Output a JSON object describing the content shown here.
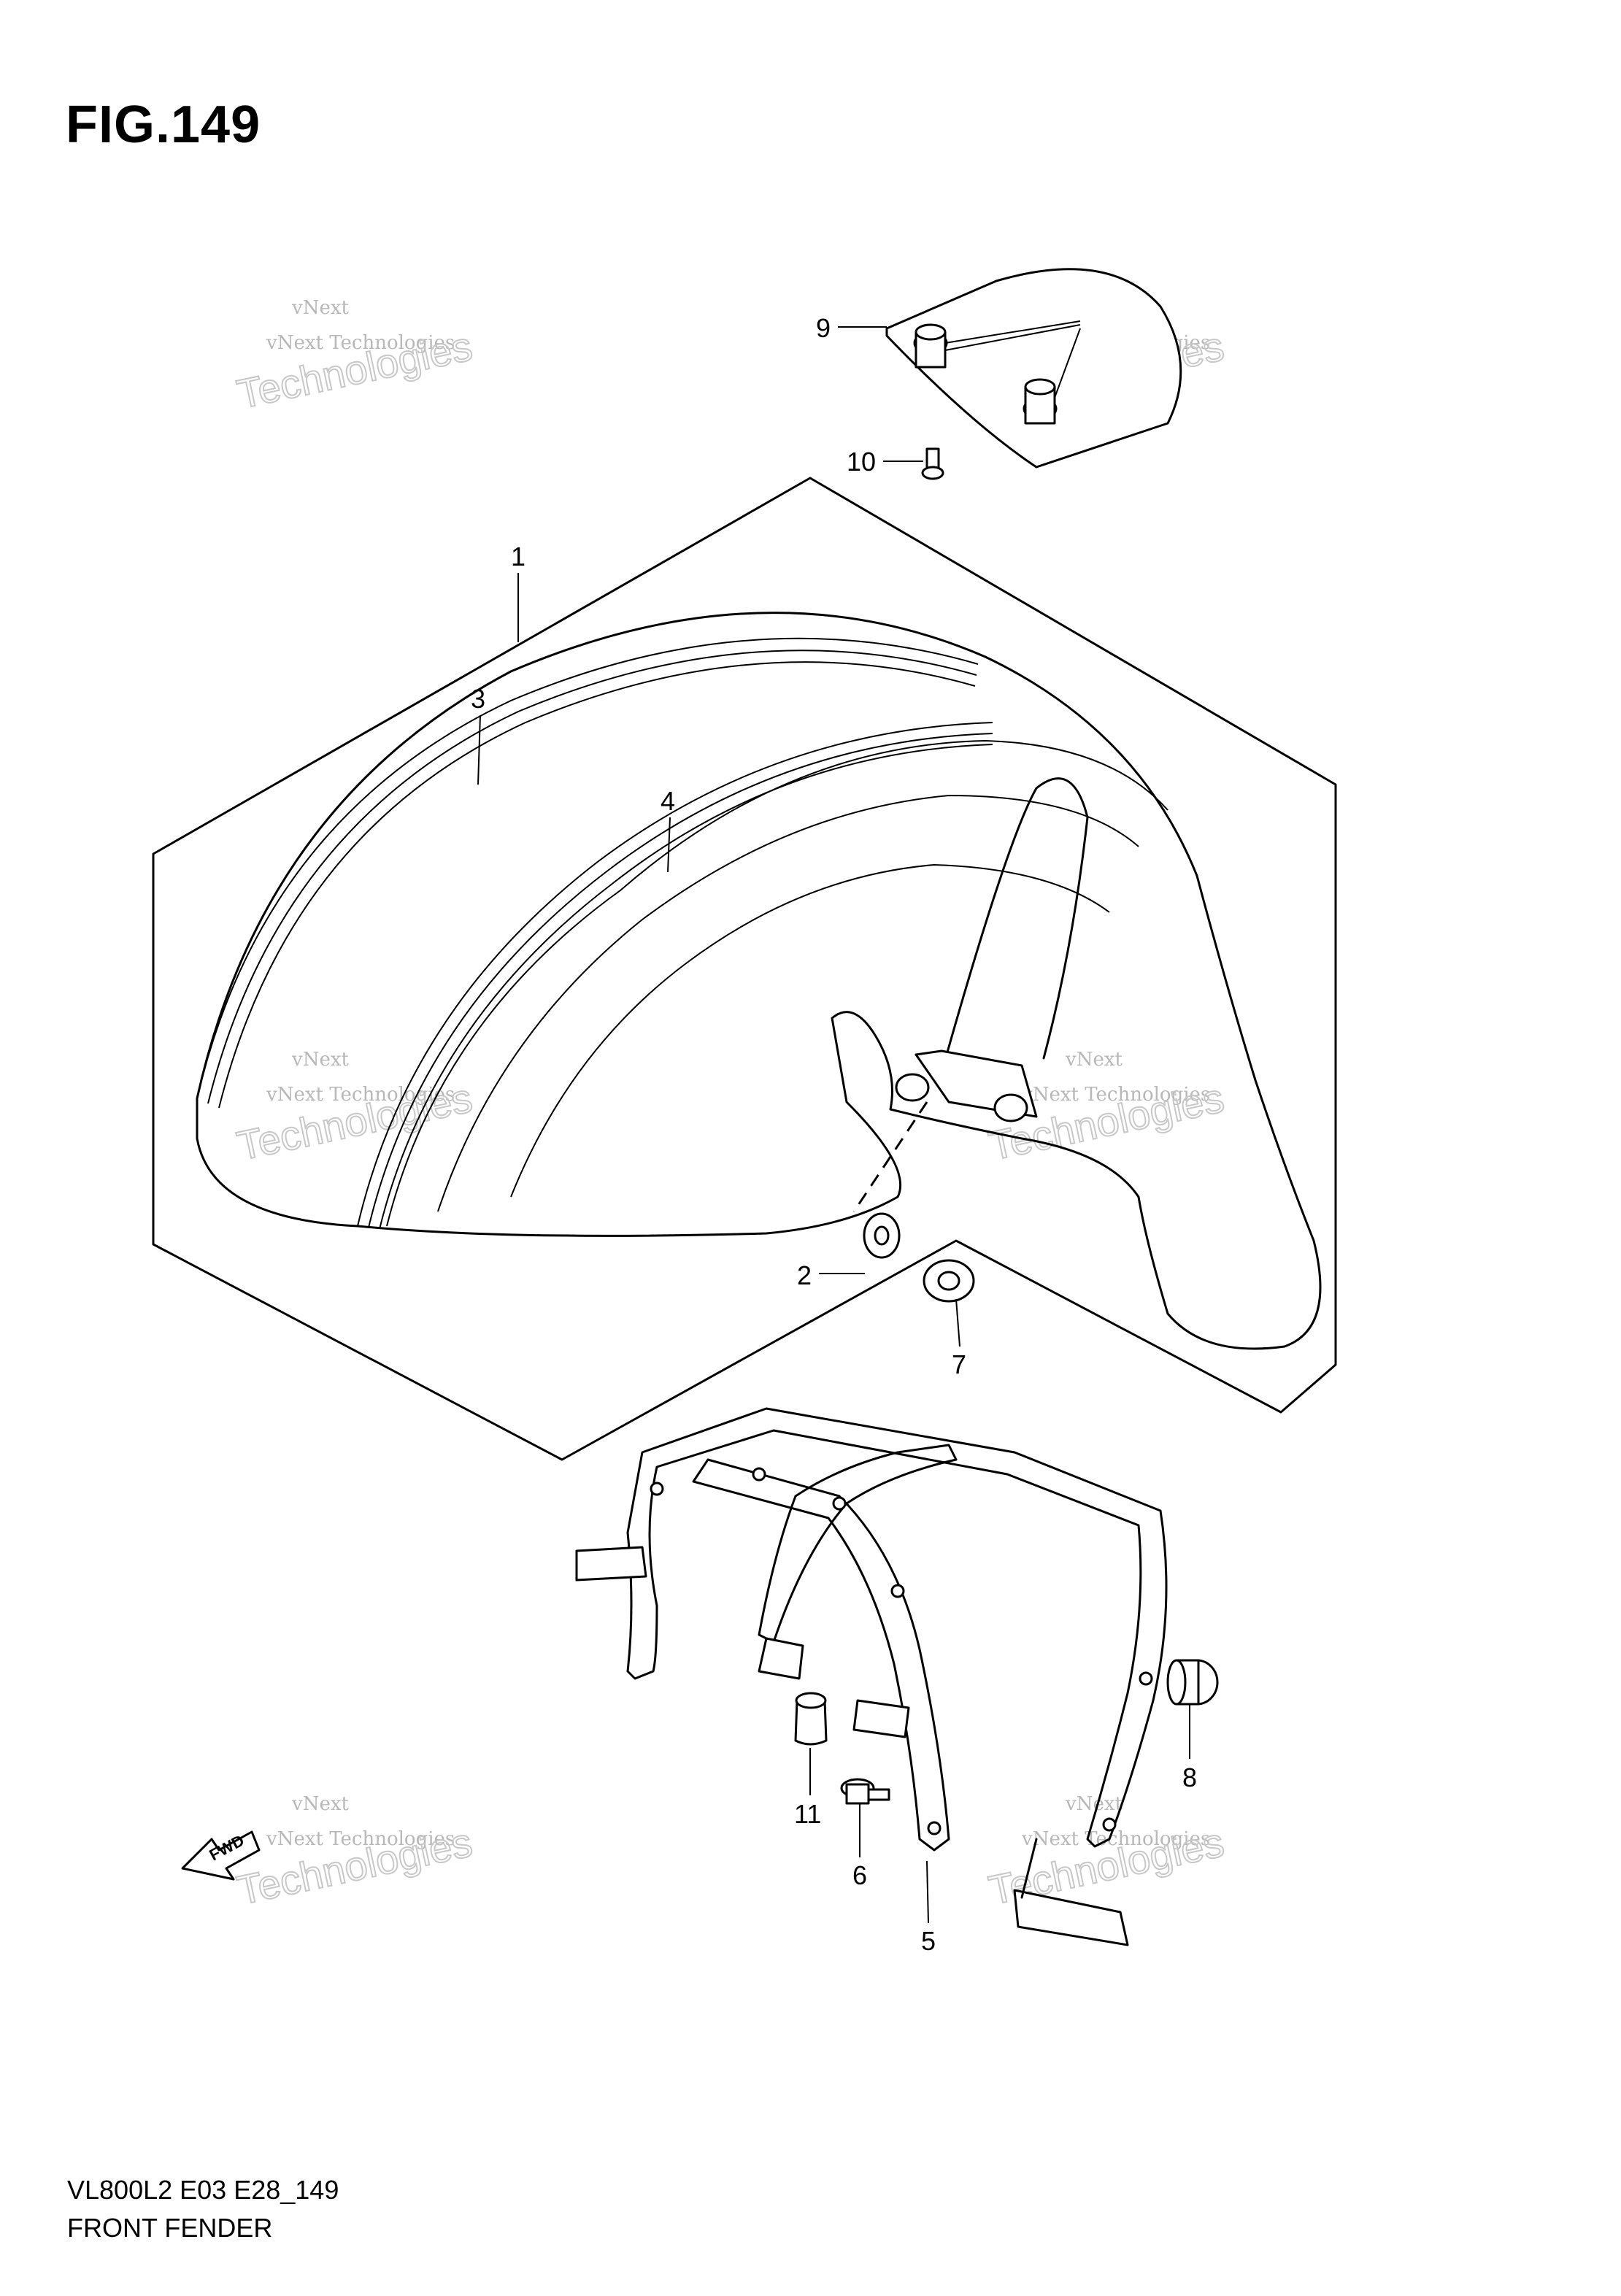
{
  "figure": {
    "title": "FIG.149",
    "model_code": "VL800L2 E03 E28_149",
    "section_name": "FRONT FENDER"
  },
  "callouts": {
    "c1": "1",
    "c2": "2",
    "c3": "3",
    "c4": "4",
    "c5": "5",
    "c6": "6",
    "c7": "7",
    "c8": "8",
    "c9": "9",
    "c10": "10",
    "c11": "11"
  },
  "fwd_label": "FWD",
  "watermark": {
    "line_a": "vNext",
    "line_b": "vNext Technologies",
    "line_c": "Technologies"
  }
}
